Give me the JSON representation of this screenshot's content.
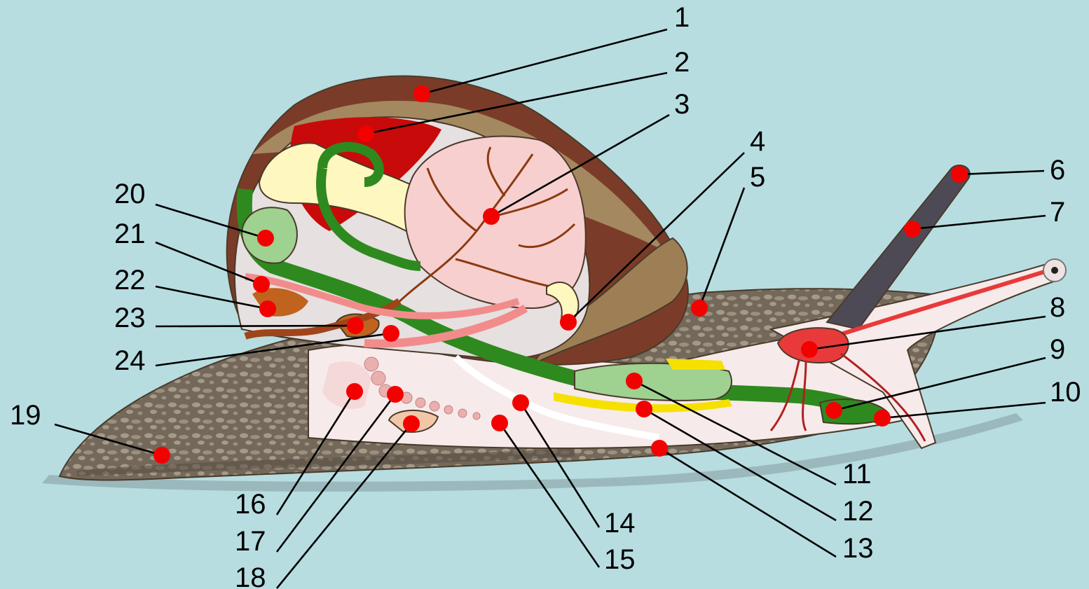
{
  "colors": {
    "background": "#b7dde1",
    "marker": "#f30000",
    "leader": "#000000",
    "foot_skin": "#73685a",
    "shell_brown": "#7a3c28",
    "shell_tan": "#a68c62",
    "lung": "#f7cfcf",
    "blood_vessel": "#8c3a10",
    "digestive_green": "#2e8a1e",
    "digestive_light_green": "#9fd190",
    "kidney_red": "#c80a0a",
    "albumen_yellow": "#fff7c0",
    "salivary_yellow": "#f5e000",
    "nerve_red": "#e83a3a",
    "body_pale": "#f7eaea",
    "tentacle_dark": "#4e4a55"
  },
  "labels": [
    {
      "id": "1",
      "text": "1"
    },
    {
      "id": "2",
      "text": "2"
    },
    {
      "id": "3",
      "text": "3"
    },
    {
      "id": "4",
      "text": "4"
    },
    {
      "id": "5",
      "text": "5"
    },
    {
      "id": "6",
      "text": "6"
    },
    {
      "id": "7",
      "text": "7"
    },
    {
      "id": "8",
      "text": "8"
    },
    {
      "id": "9",
      "text": "9"
    },
    {
      "id": "10",
      "text": "10"
    },
    {
      "id": "11",
      "text": "11"
    },
    {
      "id": "12",
      "text": "12"
    },
    {
      "id": "13",
      "text": "13"
    },
    {
      "id": "14",
      "text": "14"
    },
    {
      "id": "15",
      "text": "15"
    },
    {
      "id": "16",
      "text": "16"
    },
    {
      "id": "17",
      "text": "17"
    },
    {
      "id": "18",
      "text": "18"
    },
    {
      "id": "19",
      "text": "19"
    },
    {
      "id": "20",
      "text": "20"
    },
    {
      "id": "21",
      "text": "21"
    },
    {
      "id": "22",
      "text": "22"
    },
    {
      "id": "23",
      "text": "23"
    },
    {
      "id": "24",
      "text": "24"
    }
  ]
}
